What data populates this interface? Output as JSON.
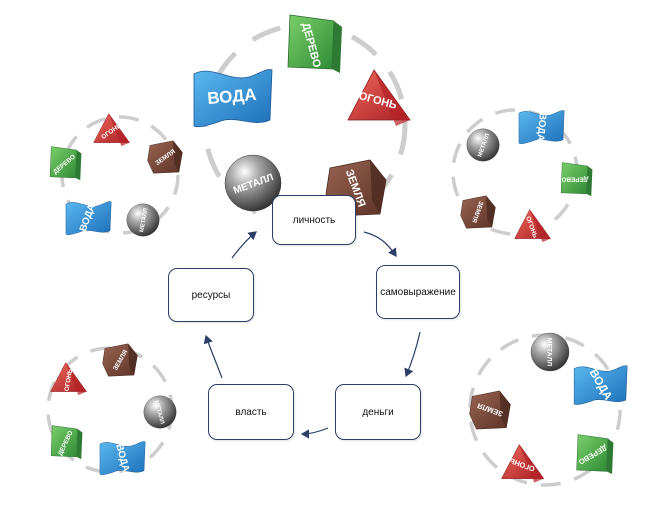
{
  "cycle": {
    "nodes": [
      {
        "id": "personality",
        "label": "личность"
      },
      {
        "id": "self_expression",
        "label": "самовыражение"
      },
      {
        "id": "money",
        "label": "деньги"
      },
      {
        "id": "power",
        "label": "власть"
      },
      {
        "id": "resources",
        "label": "ресурсы"
      }
    ]
  },
  "elements": {
    "wood": "ДЕРЕВО",
    "fire": "ОГОНЬ",
    "earth": "ЗЕМЛЯ",
    "metal": "МЕТАЛЛ",
    "water": "ВОДА"
  },
  "colors": {
    "wood": "#4fae4a",
    "fire": "#d93c3e",
    "earth": "#7a4a3a",
    "metal": "#6e6e6e",
    "water": "#2b8fd6",
    "box_border": "#2d3f66",
    "arrow": "#2d3f66",
    "ring": "#c8c8c8"
  }
}
